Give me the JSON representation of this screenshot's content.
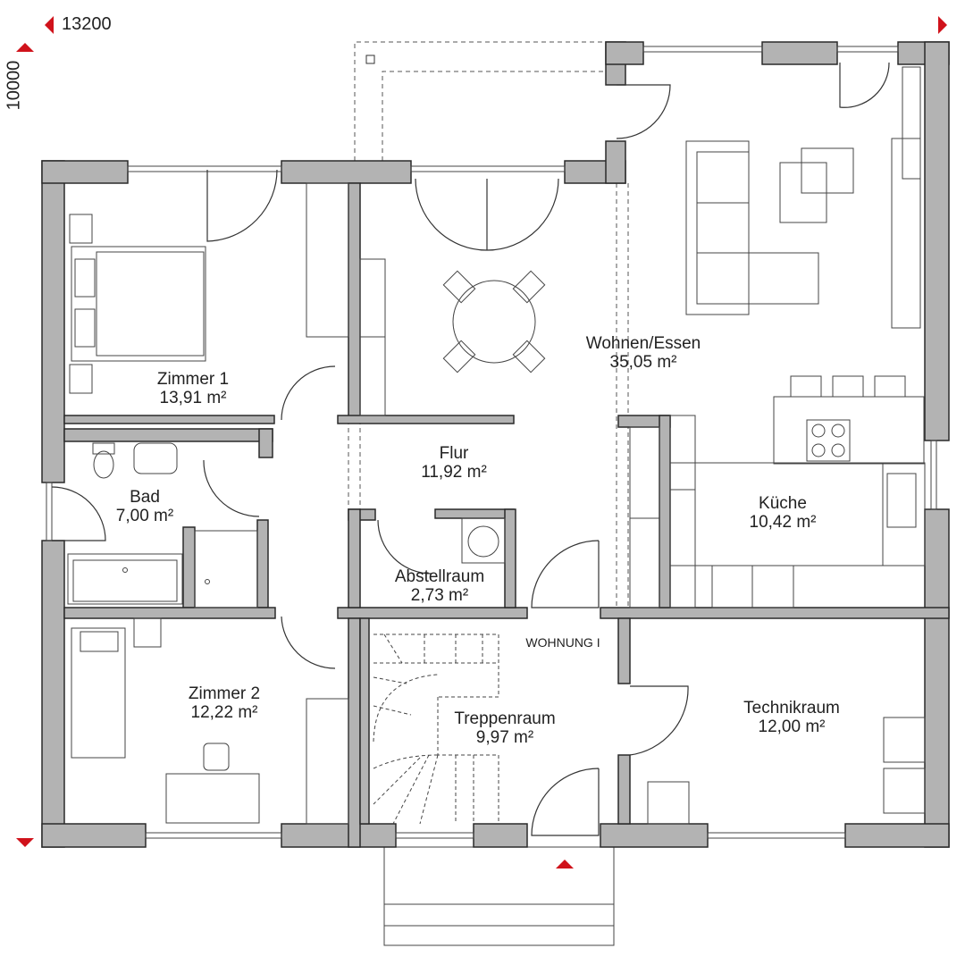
{
  "dimensions": {
    "width": "13200",
    "depth": "10000"
  },
  "rooms": [
    {
      "id": "zimmer1",
      "name": "Zimmer 1",
      "area": "13,91 m²"
    },
    {
      "id": "wohnen",
      "name": "Wohnen/Essen",
      "area": "35,05 m²"
    },
    {
      "id": "flur",
      "name": "Flur",
      "area": "11,92 m²"
    },
    {
      "id": "bad",
      "name": "Bad",
      "area": "7,00 m²"
    },
    {
      "id": "kueche",
      "name": "Küche",
      "area": "10,42 m²"
    },
    {
      "id": "abstell",
      "name": "Abstellraum",
      "area": "2,73 m²"
    },
    {
      "id": "zimmer2",
      "name": "Zimmer 2",
      "area": "12,22 m²"
    },
    {
      "id": "treppen",
      "name": "Treppenraum",
      "area": "9,97 m²"
    },
    {
      "id": "technik",
      "name": "Technikraum",
      "area": "12,00 m²"
    }
  ],
  "unit_label": "WOHNUNG I",
  "colors": {
    "wall": "#b3b3b3",
    "marker": "#d0121b"
  }
}
